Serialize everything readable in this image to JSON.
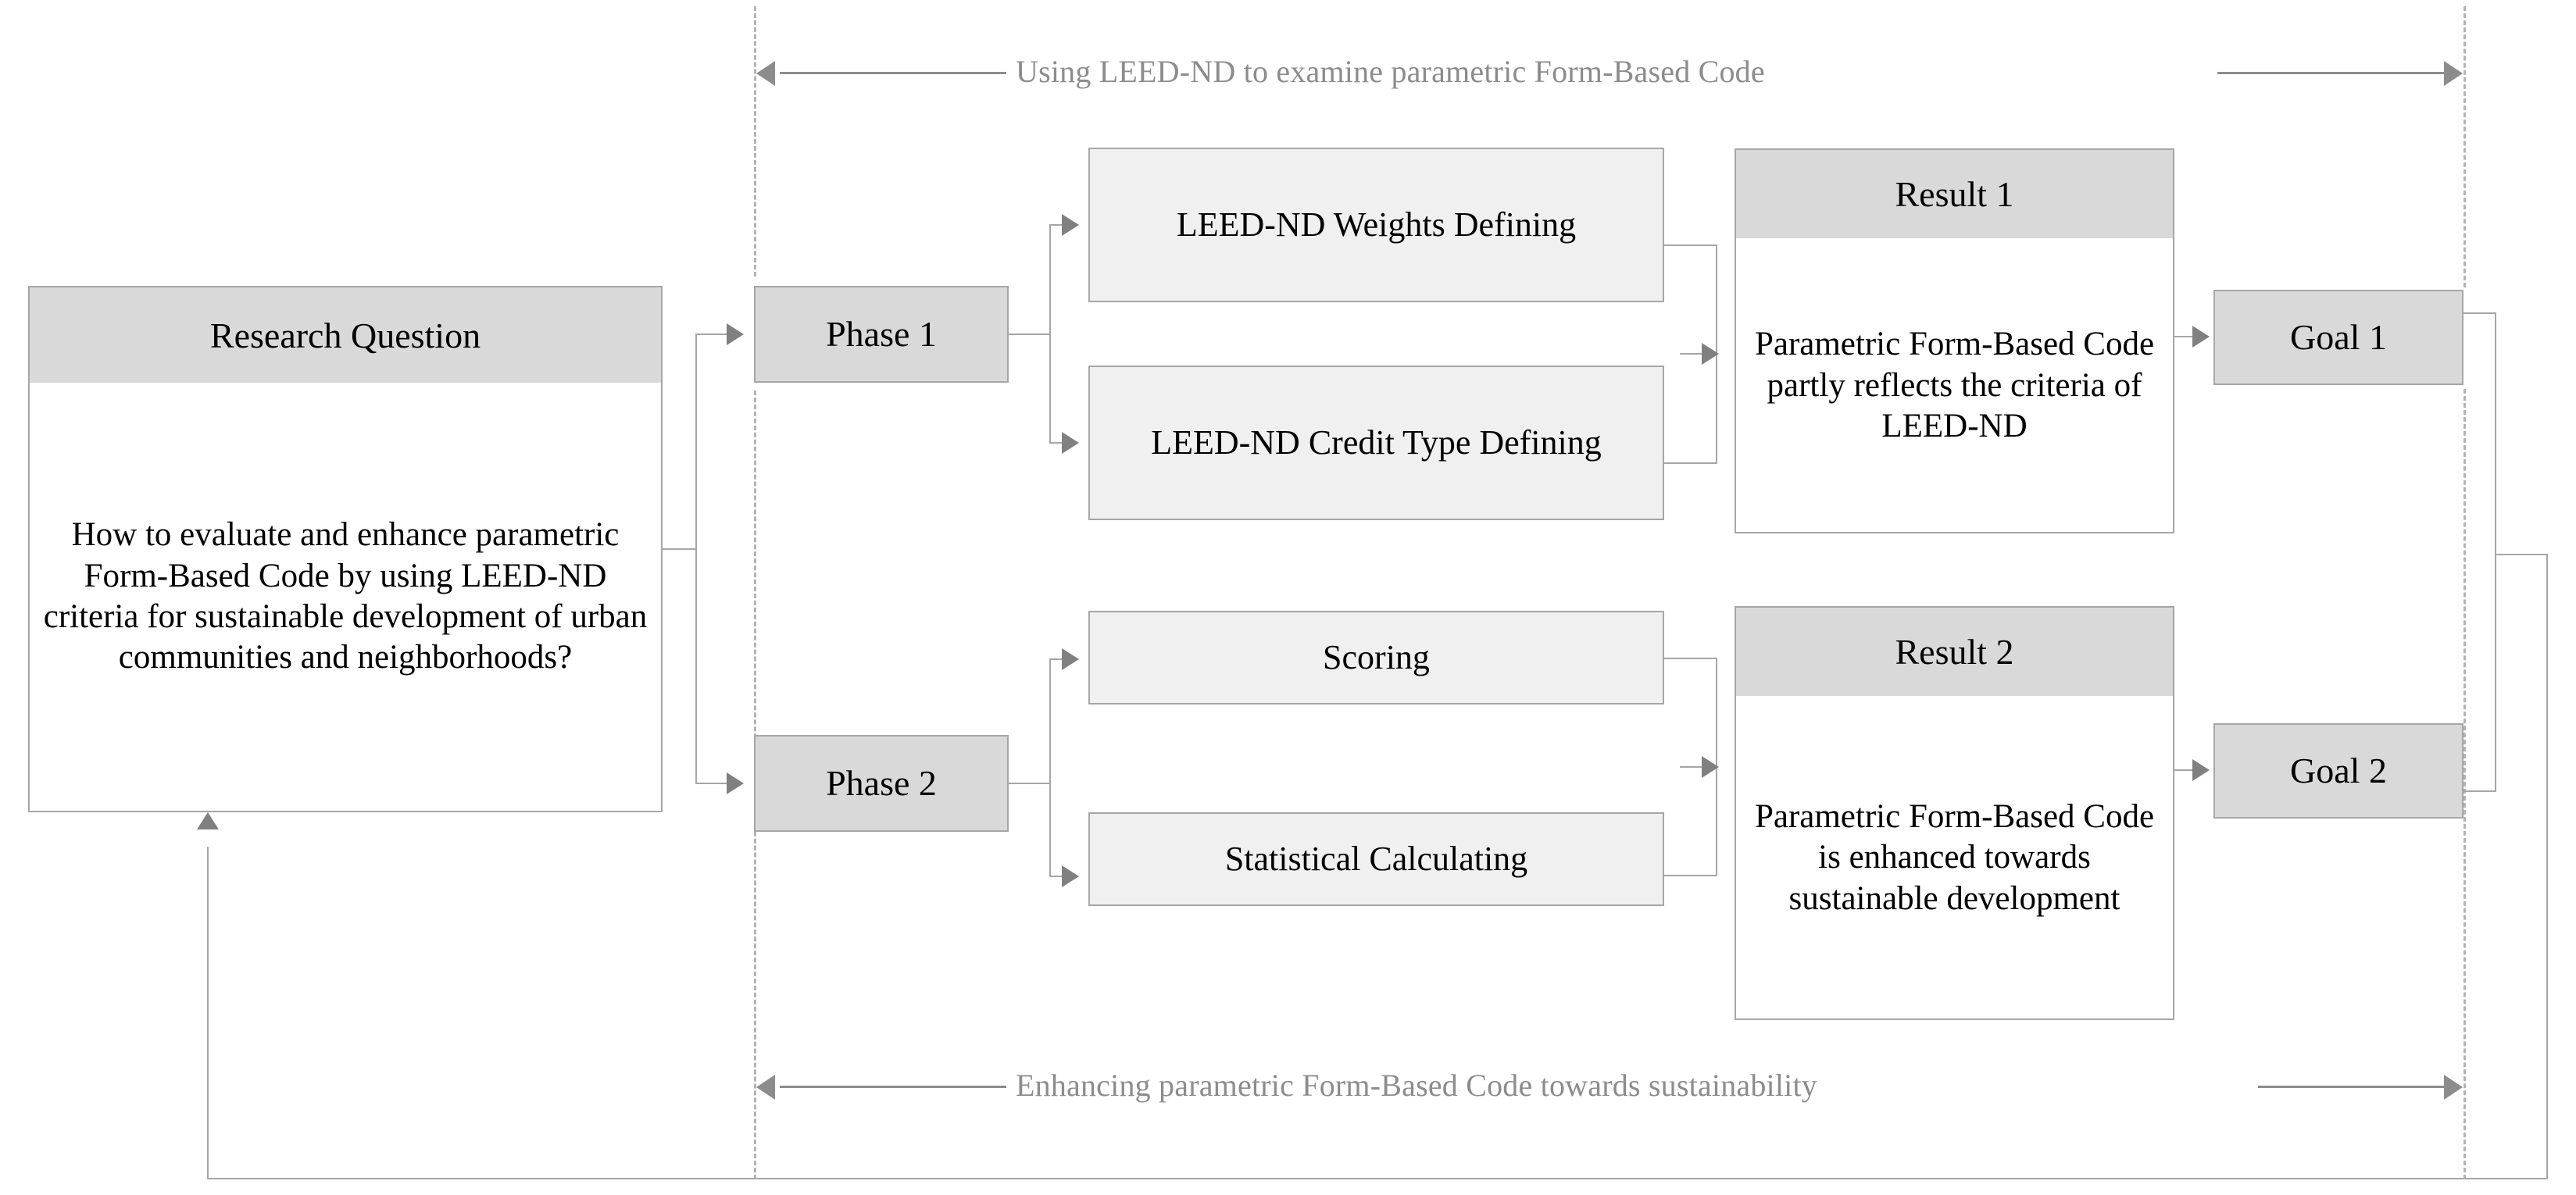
{
  "diagram": {
    "title_top_annotation": "Using LEED-ND to examine parametric Form-Based Code",
    "title_bottom_annotation": "Enhancing parametric Form-Based Code towards sustainability",
    "research_question": {
      "header": "Research Question",
      "body": "How to evaluate and enhance parametric Form-Based Code by using LEED-ND criteria for sustainable development of urban communities and neighborhoods?"
    },
    "phases": [
      {
        "label": "Phase 1"
      },
      {
        "label": "Phase 2"
      }
    ],
    "tasks": [
      {
        "label": "LEED-ND Weights Defining"
      },
      {
        "label": "LEED-ND Credit Type Defining"
      },
      {
        "label": "Scoring"
      },
      {
        "label": "Statistical Calculating"
      }
    ],
    "results": [
      {
        "header": "Result 1",
        "body": "Parametric Form-Based Code partly reflects the criteria of LEED-ND"
      },
      {
        "header": "Result 2",
        "body": "Parametric Form-Based Code is enhanced towards sustainable development"
      }
    ],
    "goals": [
      {
        "label": "Goal 1"
      },
      {
        "label": "Goal 2"
      }
    ],
    "colors": {
      "header_fill": "#d9d9d9",
      "task_fill": "#f0f0f0",
      "border": "#a6a6a6",
      "connector": "#a6a6a6",
      "arrowhead": "#808080",
      "annotation_text": "#8c8c8c",
      "background": "#ffffff"
    }
  }
}
